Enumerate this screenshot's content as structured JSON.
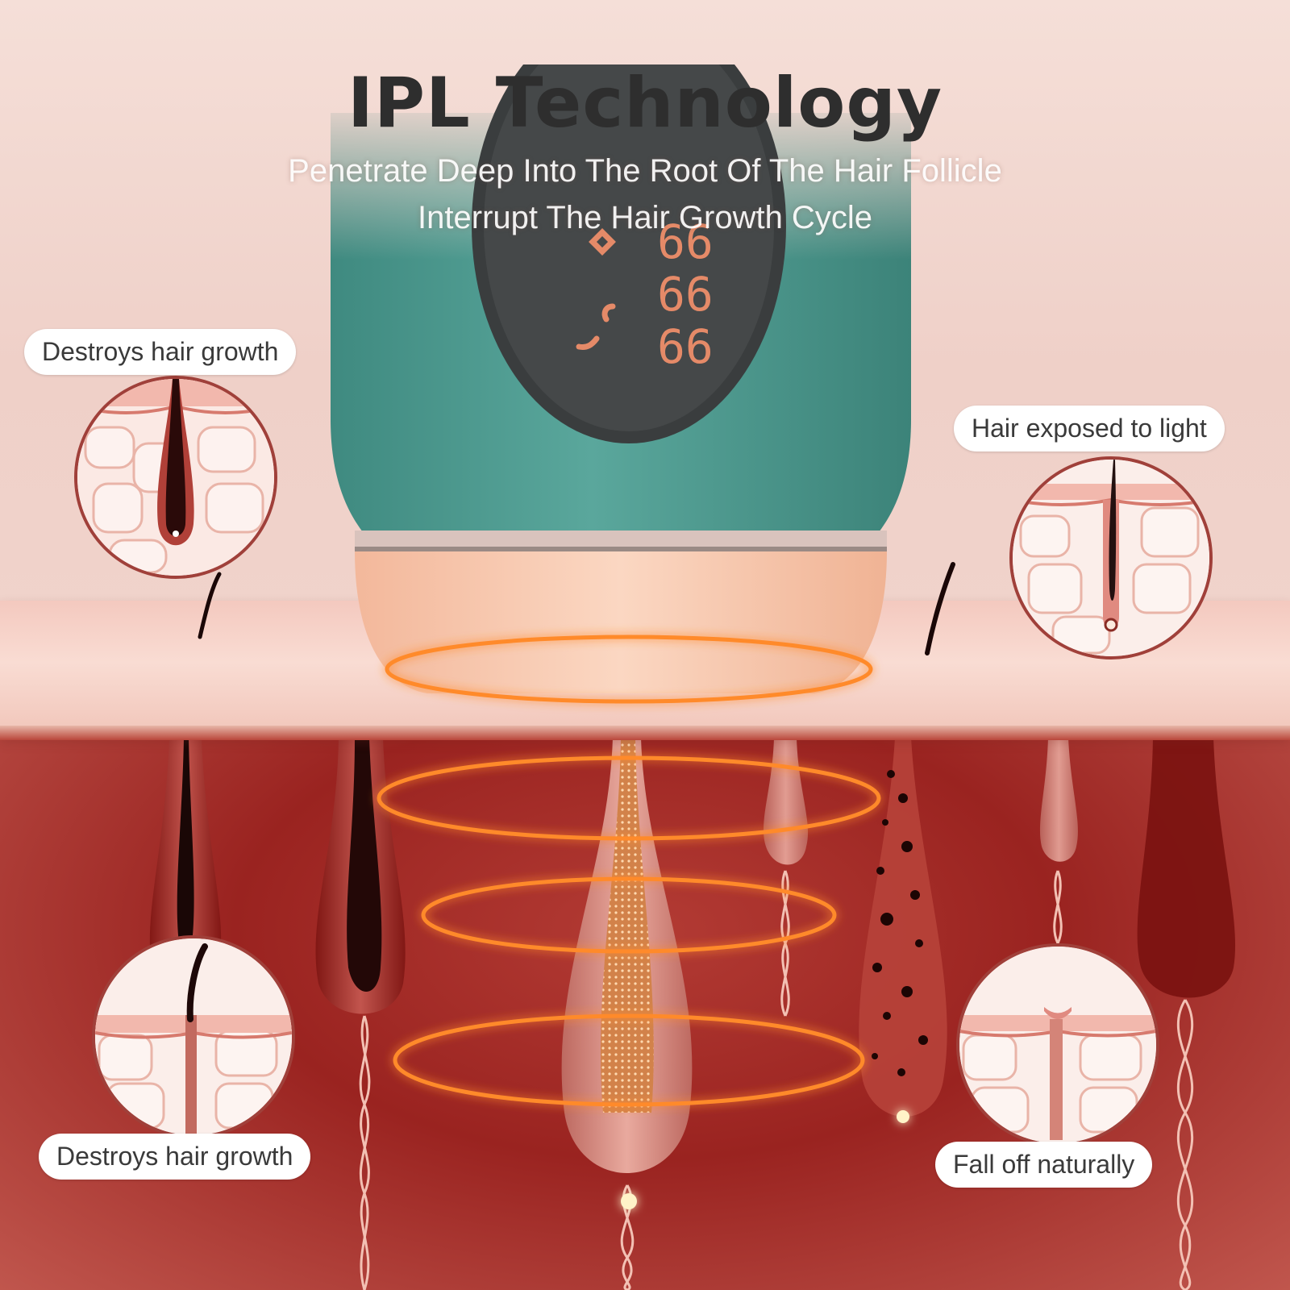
{
  "header": {
    "title": "IPL Technology",
    "subtitle_line1": "Penetrate Deep Into The Root Of The Hair Follicle",
    "subtitle_line2": "Interrupt The Hair Growth Cycle"
  },
  "callouts": [
    {
      "label": "Destroys hair growth"
    },
    {
      "label": "Hair exposed to light"
    },
    {
      "label": "Destroys hair growth"
    },
    {
      "label": "Fall off naturally"
    }
  ],
  "device": {
    "display_digits": [
      "66",
      "66",
      "66"
    ]
  },
  "colors": {
    "device_green": "#4a968c",
    "device_peach": "#f7c7ad",
    "glow_orange": "#ff8a2a",
    "dermis_red": "#9a2320",
    "skin_pink": "#f4c9bf",
    "pill_bg": "#ffffff",
    "title_color": "#2e2e2e"
  }
}
